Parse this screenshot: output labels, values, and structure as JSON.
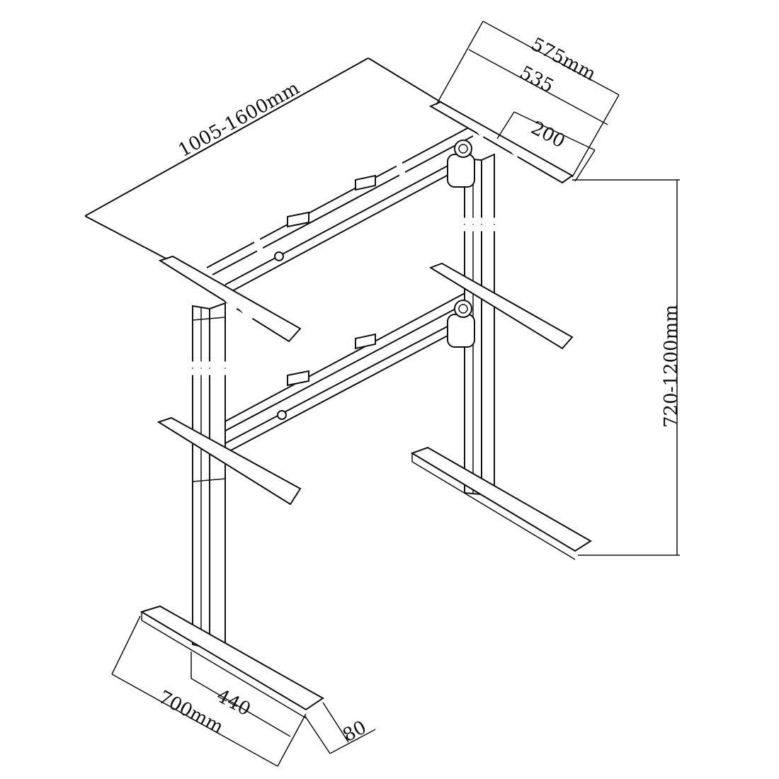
{
  "diagram": {
    "dimensions": {
      "top_length": "1005-1600mm",
      "top_depth_outer": "575mm",
      "top_depth_inner": "535",
      "bracket_width": "200",
      "height_range": "720-1200mm",
      "foot_length": "700mm",
      "foot_inner": "440",
      "foot_width": "80"
    }
  }
}
